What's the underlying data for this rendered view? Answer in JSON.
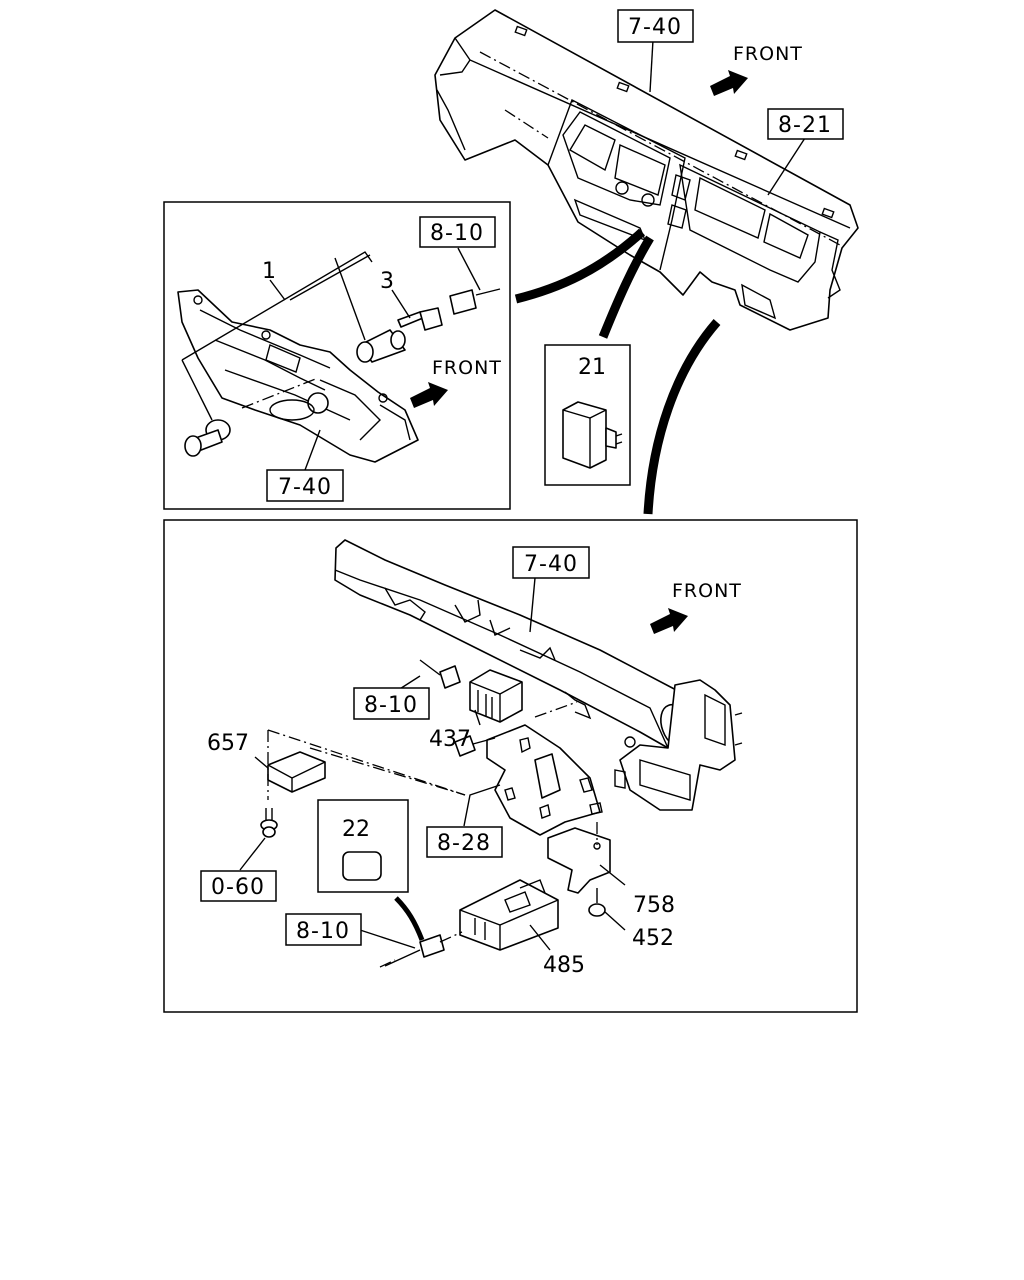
{
  "diagram": {
    "direction_label": "FRONT",
    "ref_labels": {
      "dash_top": "7-40",
      "cluster_top": "8-21",
      "inset_connector": "8-10",
      "inset_panel": "7-40",
      "lower_beam": "7-40",
      "lower_connector_a": "8-10",
      "lower_bracket": "8-28",
      "lower_bolt": "0-60",
      "lower_connector_b": "8-10"
    },
    "part_numbers": {
      "lighter_assembly": "1",
      "lighter_element": "3",
      "relay_top": "21",
      "relay_lower": "22",
      "relay_437": "437",
      "part_657": "657",
      "bracket_758": "758",
      "bolt_452": "452",
      "module_485": "485"
    }
  }
}
